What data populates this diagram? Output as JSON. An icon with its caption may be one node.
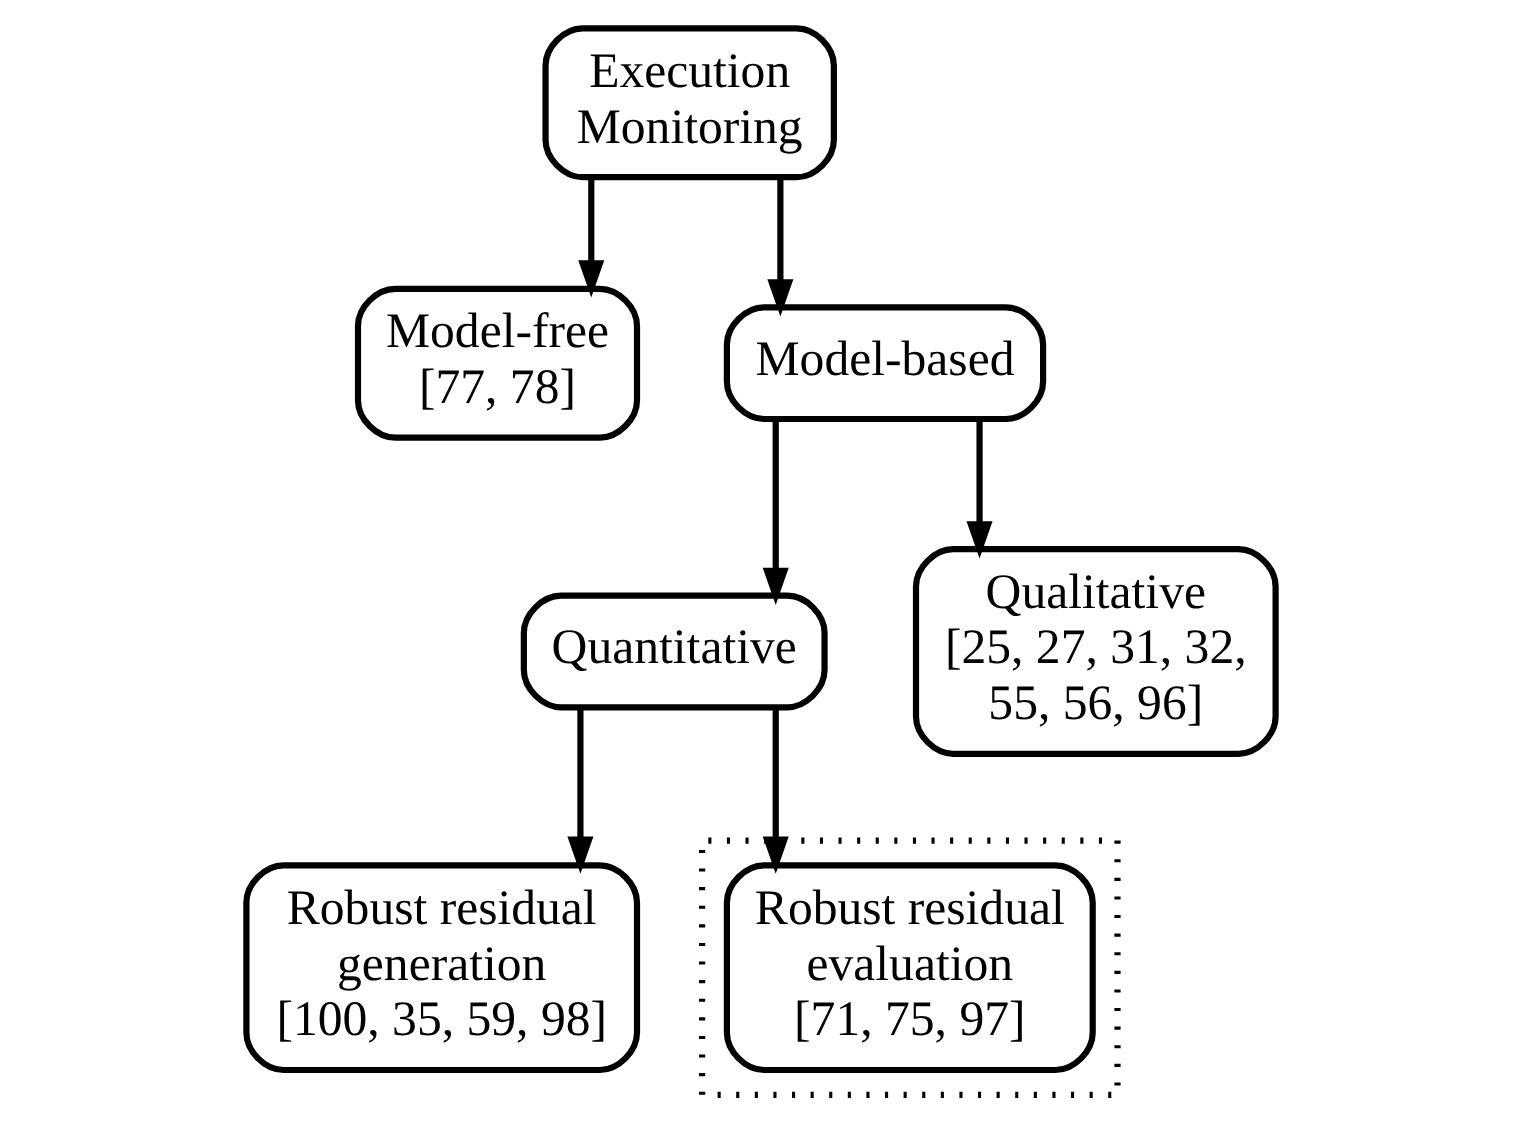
{
  "diagram": {
    "nodes": [
      {
        "text": [
          "Execution Monitoring"
        ]
      },
      {
        "text": [
          "Model-free",
          "[77, 78]"
        ]
      },
      {
        "text": [
          "Model-based"
        ]
      },
      {
        "text": [
          "Quantitative"
        ]
      },
      {
        "text": [
          "Qualitative",
          "[25, 27, 31, 32, 55, 56, 96]"
        ]
      },
      {
        "text": [
          "Robust residual generation",
          "[100, 35, 59, 98]"
        ]
      },
      {
        "text": [],
        "shape": "box"
      },
      {
        "text": [
          "Robust residual evaluation",
          "[71, 75, 97]"
        ],
        "in": 6
      }
    ],
    "edges": [
      {
        "from": 0,
        "to": 1,
        "arrow": "to"
      },
      {
        "from": 0,
        "to": 2,
        "arrow": "to"
      },
      {
        "from": 2,
        "to": 3,
        "arrow": "to"
      },
      {
        "from": 2,
        "to": 4,
        "arrow": "to"
      },
      {
        "from": 3,
        "to": 5,
        "arrow": "to"
      },
      {
        "from": 3,
        "to": 7,
        "arrow": "to"
      }
    ]
  }
}
